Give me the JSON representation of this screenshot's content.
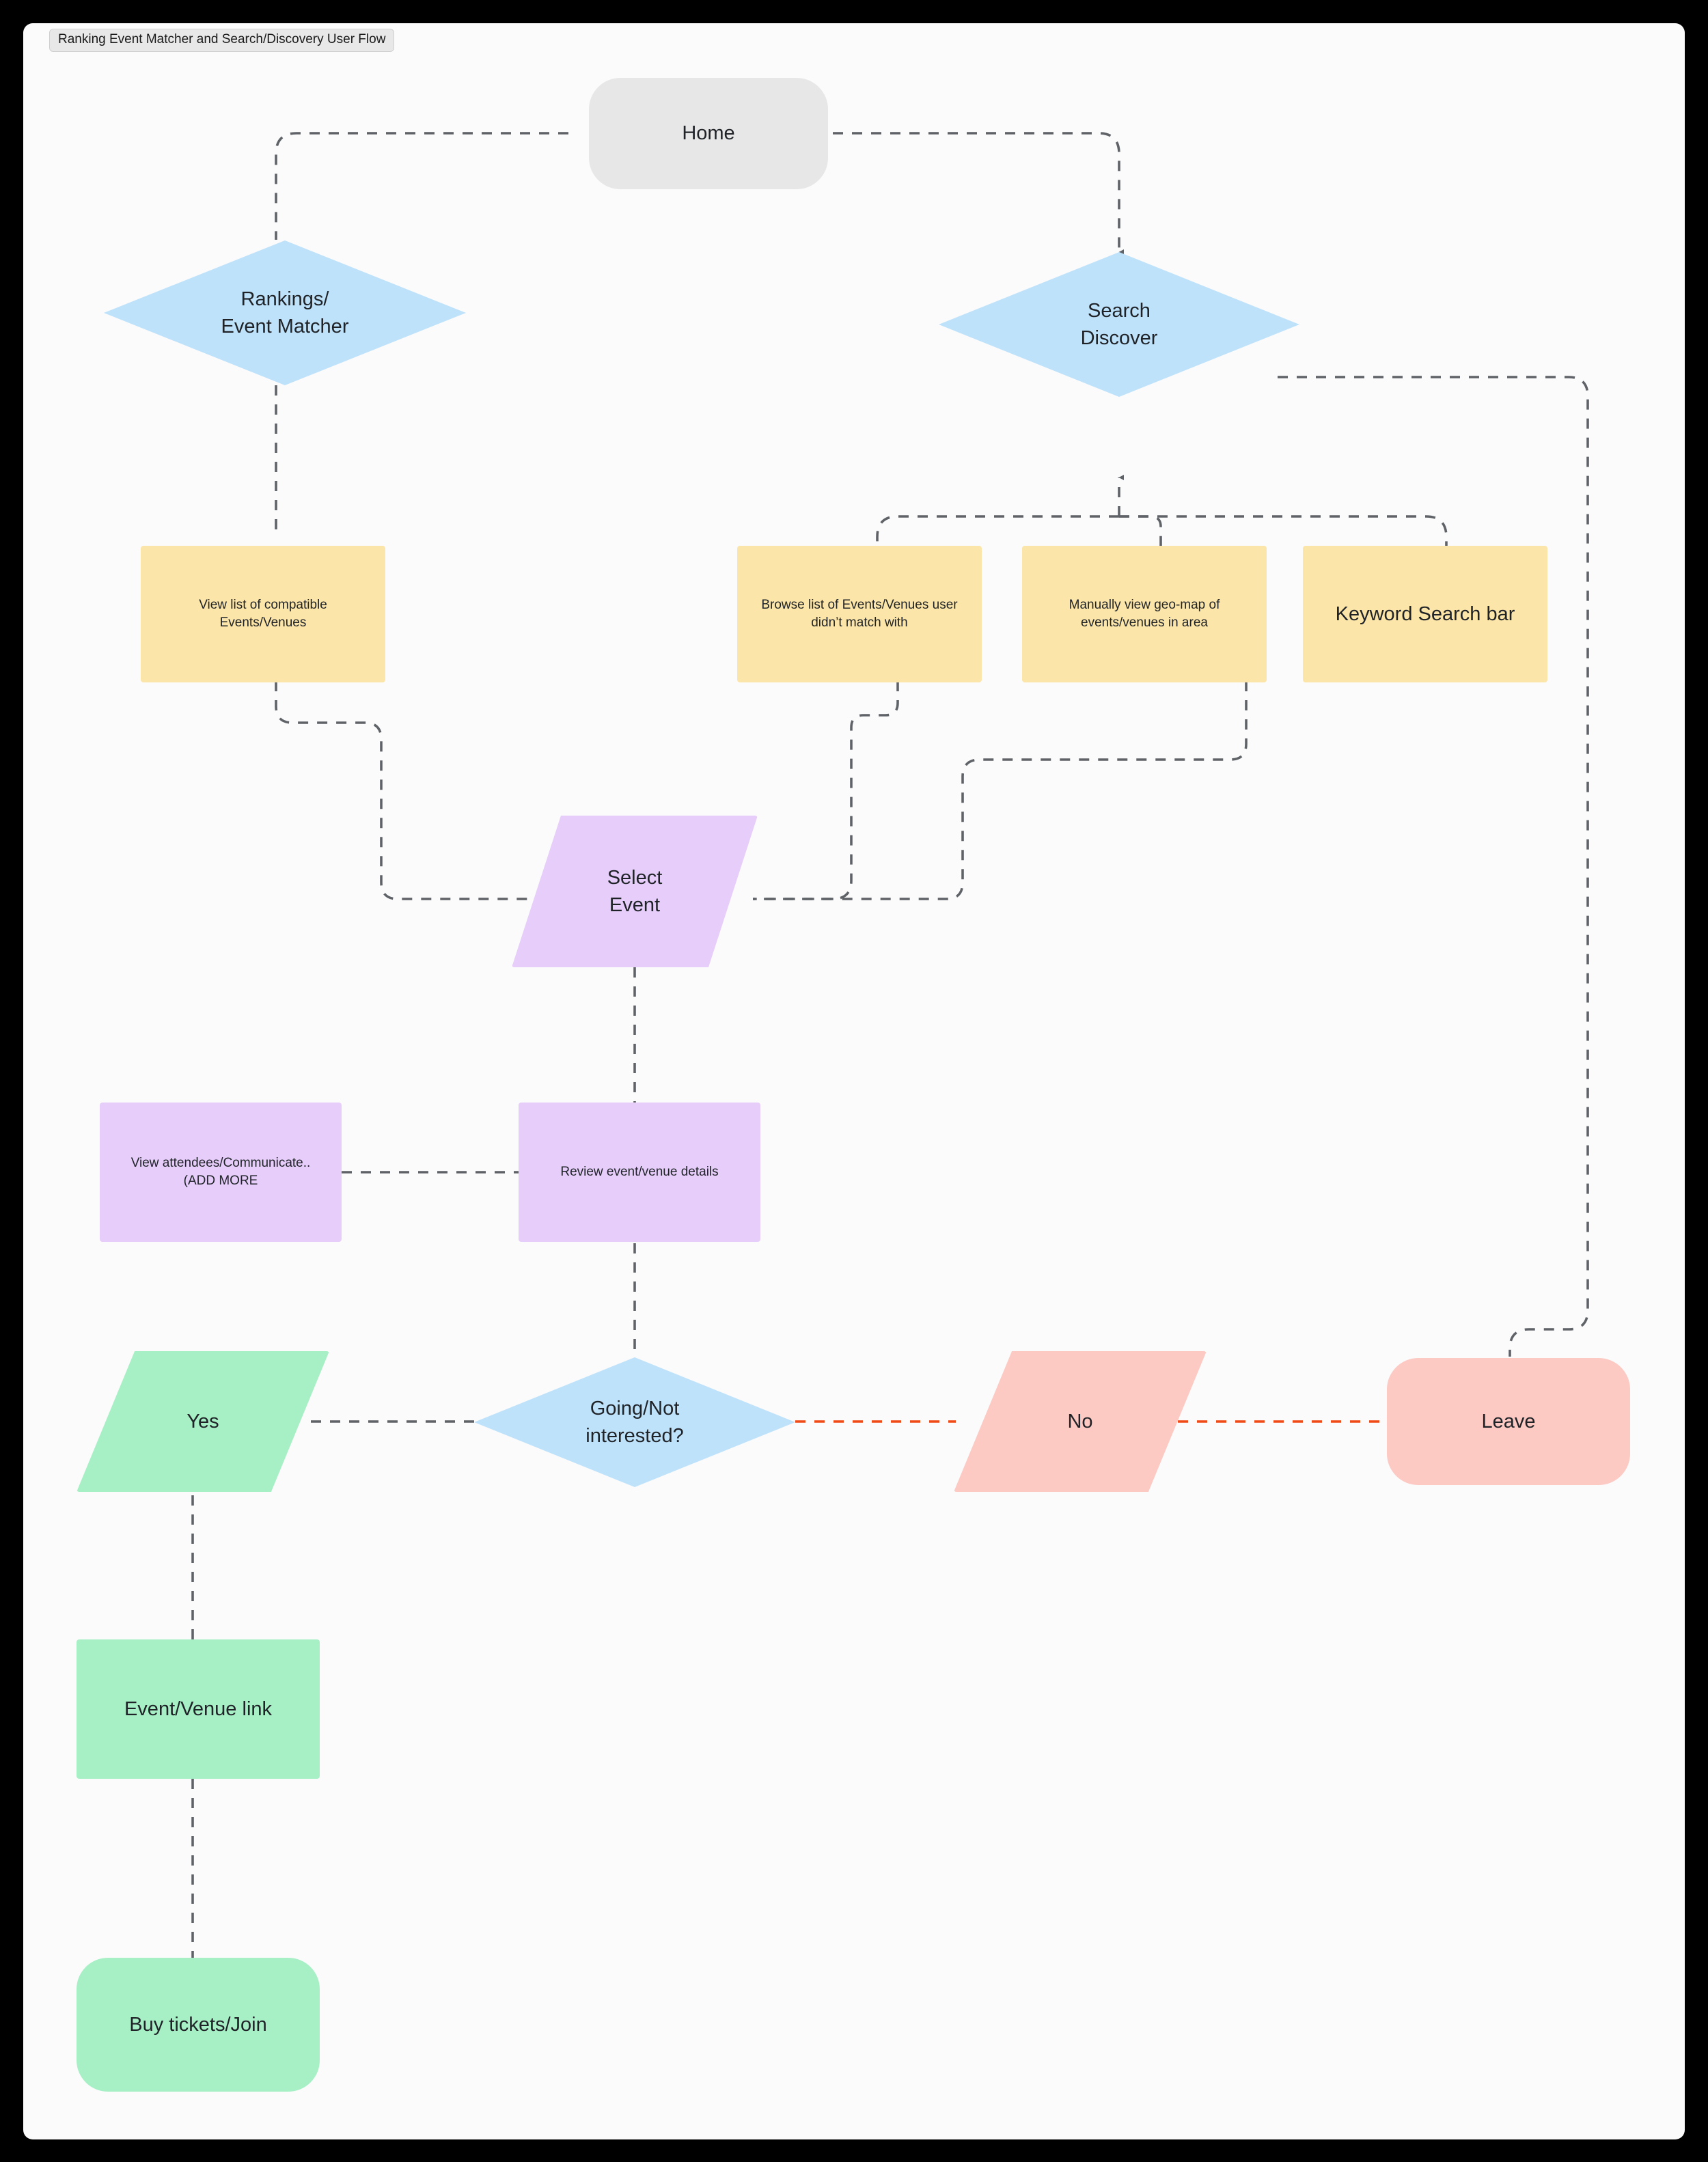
{
  "window": {
    "title": "Ranking Event Matcher and Search/Discovery User Flow",
    "canvas_background": "#fbfbfb",
    "page_background": "#000000"
  },
  "palette": {
    "gray": "#e7e7e7",
    "blue": "#bfe2fb",
    "yellow": "#fce5a8",
    "purple": "#e6cdfa",
    "green": "#a7f0c6",
    "pink": "#fcc9c3",
    "edge": "#5f6368",
    "edge_highlight": "#f04a16"
  },
  "chart_data": {
    "type": "diagram",
    "title": "Ranking Event Matcher and Search/Discovery User Flow",
    "nodes": [
      {
        "id": "home",
        "label": "Home",
        "shape": "terminator",
        "color": "#e7e7e7"
      },
      {
        "id": "rankings",
        "label": "Rankings/\nEvent Matcher",
        "shape": "diamond",
        "color": "#bfe2fb"
      },
      {
        "id": "search",
        "label": "Search\nDiscover",
        "shape": "diamond",
        "color": "#bfe2fb"
      },
      {
        "id": "compatible",
        "label": "View list of compatible Events/Venues",
        "shape": "rectangle",
        "color": "#fce5a8"
      },
      {
        "id": "browse",
        "label": "Browse list of Events/Venues user didn't match with",
        "shape": "rectangle",
        "color": "#fce5a8"
      },
      {
        "id": "geomap",
        "label": "Manually view geo-map of events/venues in area",
        "shape": "rectangle",
        "color": "#fce5a8"
      },
      {
        "id": "keyword",
        "label": "Keyword Search bar",
        "shape": "rectangle",
        "color": "#fce5a8"
      },
      {
        "id": "select",
        "label": "Select\nEvent",
        "shape": "parallelogram",
        "color": "#e6cdfa"
      },
      {
        "id": "attendees",
        "label": "View attendees/Communicate.. (ADD MORE",
        "shape": "rectangle",
        "color": "#e6cdfa"
      },
      {
        "id": "review",
        "label": "Review event/venue details",
        "shape": "rectangle",
        "color": "#e6cdfa"
      },
      {
        "id": "going",
        "label": "Going/Not interested?",
        "shape": "diamond",
        "color": "#bfe2fb"
      },
      {
        "id": "yes",
        "label": "Yes",
        "shape": "parallelogram",
        "color": "#a7f0c6"
      },
      {
        "id": "no",
        "label": "No",
        "shape": "parallelogram",
        "color": "#fcc9c3"
      },
      {
        "id": "leave",
        "label": "Leave",
        "shape": "terminator",
        "color": "#fcc9c3"
      },
      {
        "id": "eventlink",
        "label": "Event/Venue link",
        "shape": "rectangle",
        "color": "#a7f0c6"
      },
      {
        "id": "buy",
        "label": "Buy tickets/Join",
        "shape": "terminator",
        "color": "#a7f0c6"
      }
    ],
    "edges": [
      {
        "from": "home",
        "to": "rankings",
        "style": "dashed",
        "arrow": false
      },
      {
        "from": "home",
        "to": "search",
        "style": "dashed",
        "arrow": true
      },
      {
        "from": "rankings",
        "to": "compatible",
        "style": "dashed",
        "arrow": false
      },
      {
        "from": "browse",
        "to": "search",
        "style": "dashed",
        "arrow": true
      },
      {
        "from": "geomap",
        "to": "search",
        "style": "dashed",
        "arrow": true
      },
      {
        "from": "keyword",
        "to": "search",
        "style": "dashed",
        "arrow": true
      },
      {
        "from": "compatible",
        "to": "select",
        "style": "dashed",
        "arrow": false
      },
      {
        "from": "browse",
        "to": "select",
        "style": "dashed",
        "arrow": false
      },
      {
        "from": "geomap",
        "to": "select",
        "style": "dashed",
        "arrow": false
      },
      {
        "from": "select",
        "to": "review",
        "style": "dashed",
        "arrow": false
      },
      {
        "from": "attendees",
        "to": "review",
        "style": "dashed",
        "arrow": false
      },
      {
        "from": "review",
        "to": "going",
        "style": "dashed",
        "arrow": false
      },
      {
        "from": "going",
        "to": "yes",
        "style": "dashed",
        "arrow": false
      },
      {
        "from": "going",
        "to": "no",
        "style": "dashed",
        "arrow": false,
        "color": "#f04a16"
      },
      {
        "from": "no",
        "to": "leave",
        "style": "dashed",
        "arrow": false,
        "color": "#f04a16"
      },
      {
        "from": "search",
        "to": "leave",
        "style": "dashed",
        "arrow": false
      },
      {
        "from": "yes",
        "to": "eventlink",
        "style": "dashed",
        "arrow": false
      },
      {
        "from": "eventlink",
        "to": "buy",
        "style": "dashed",
        "arrow": false
      }
    ]
  },
  "nodes": {
    "home": {
      "label": "Home"
    },
    "rankings": {
      "line1": "Rankings/",
      "line2": "Event Matcher"
    },
    "search": {
      "line1": "Search",
      "line2": "Discover"
    },
    "compatible": {
      "label": "View list of compatible Events/Venues"
    },
    "browse": {
      "label": "Browse list of Events/Venues user didn’t match with"
    },
    "geomap": {
      "label": "Manually view geo-map of events/venues in area"
    },
    "keyword": {
      "label": "Keyword Search bar"
    },
    "select": {
      "line1": "Select",
      "line2": "Event"
    },
    "attendees": {
      "label": "View attendees/Communicate.. (ADD MORE"
    },
    "review": {
      "label": "Review event/venue details"
    },
    "going": {
      "line1": "Going/Not",
      "line2": "interested?"
    },
    "yes": {
      "label": "Yes"
    },
    "no": {
      "label": "No"
    },
    "leave": {
      "label": "Leave"
    },
    "eventlink": {
      "label": "Event/Venue link"
    },
    "buy": {
      "label": "Buy tickets/Join"
    }
  }
}
